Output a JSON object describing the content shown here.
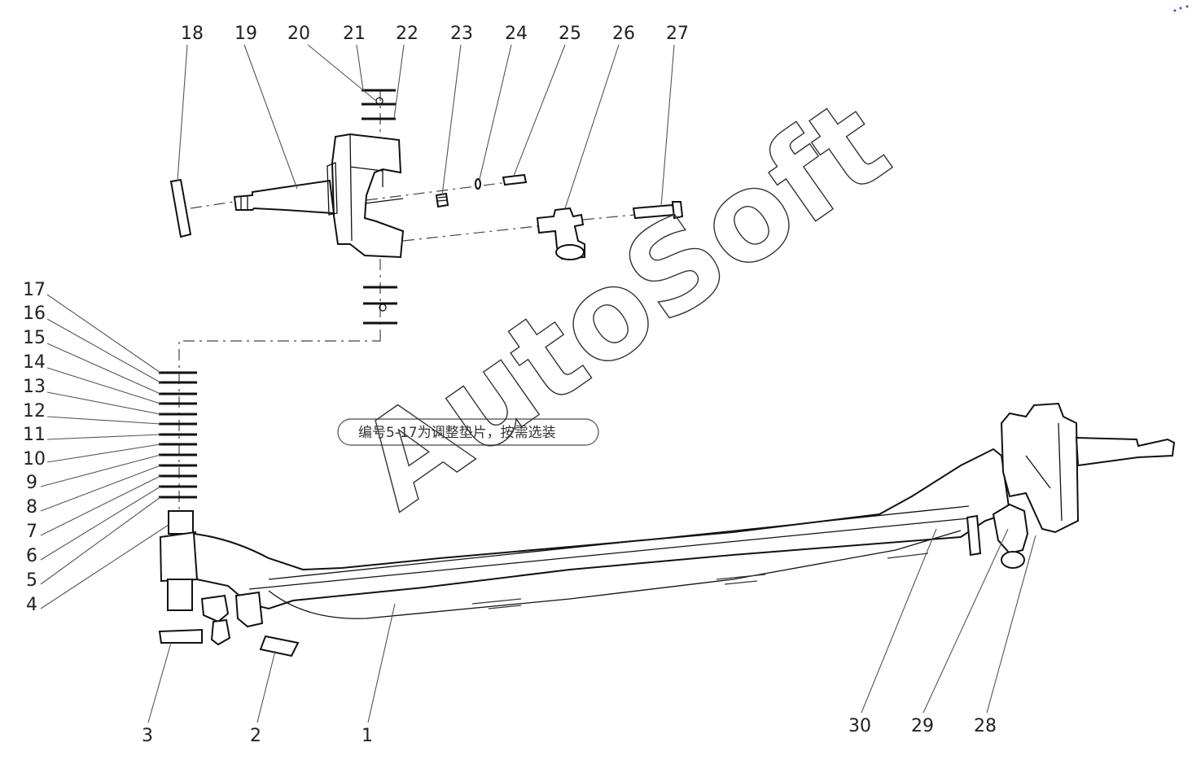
{
  "note": "编号5-17为调整垫片，按需选装",
  "watermark": "AutoSoft",
  "callouts": [
    "1",
    "2",
    "3",
    "4",
    "5",
    "6",
    "7",
    "8",
    "9",
    "10",
    "11",
    "12",
    "13",
    "14",
    "15",
    "16",
    "17",
    "18",
    "19",
    "20",
    "21",
    "22",
    "23",
    "24",
    "25",
    "26",
    "27",
    "28",
    "29",
    "30"
  ],
  "colors": {
    "line": "#111111",
    "label": "#222222",
    "background": "#ffffff"
  }
}
